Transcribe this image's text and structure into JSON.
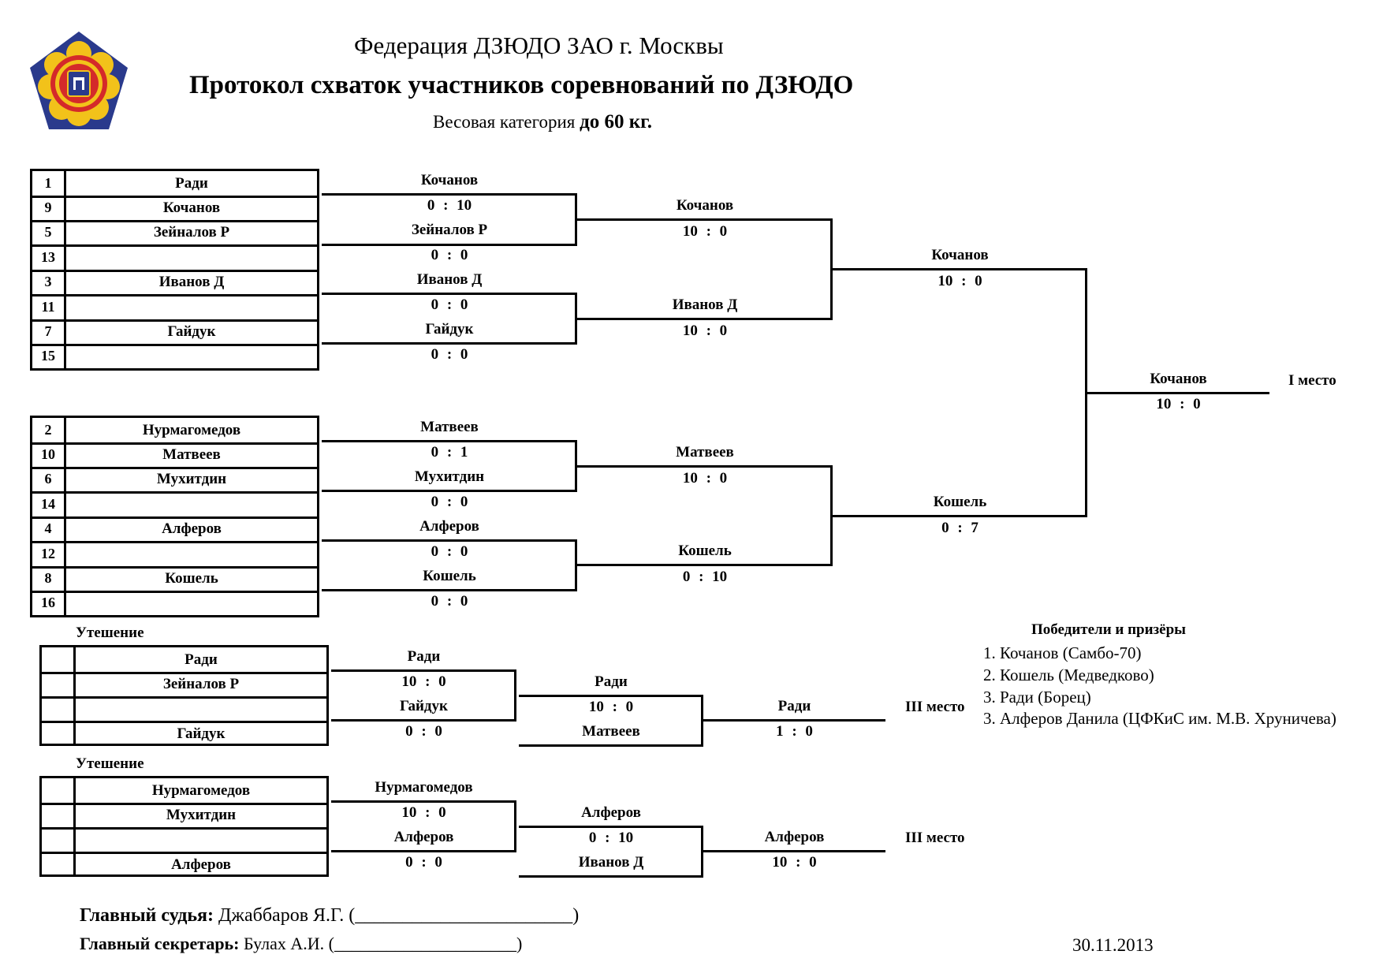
{
  "header": {
    "federation": "Федерация ДЗЮДО ЗАО г. Москвы",
    "title": "Протокол схваток участников соревнований по ДЗЮДО",
    "weight_label": "Весовая категория",
    "weight_value": "до 60 кг."
  },
  "pool_a": {
    "seeds": [
      {
        "num": "1",
        "name": "Ради"
      },
      {
        "num": "9",
        "name": "Кочанов"
      },
      {
        "num": "5",
        "name": "Зейналов Р"
      },
      {
        "num": "13",
        "name": ""
      },
      {
        "num": "3",
        "name": "Иванов Д"
      },
      {
        "num": "11",
        "name": ""
      },
      {
        "num": "7",
        "name": "Гайдук"
      },
      {
        "num": "15",
        "name": ""
      }
    ],
    "r1": [
      {
        "winner": "Кочанов",
        "score": "0 : 10"
      },
      {
        "winner": "Зейналов Р",
        "score": "0 : 0"
      },
      {
        "winner": "Иванов Д",
        "score": "0 : 0"
      },
      {
        "winner": "Гайдук",
        "score": "0 : 0"
      }
    ],
    "r2": [
      {
        "winner": "Кочанов",
        "score": "10 : 0"
      },
      {
        "winner": "Иванов Д",
        "score": "10 : 0"
      }
    ],
    "r3": {
      "winner": "Кочанов",
      "score": "10 : 0"
    }
  },
  "pool_b": {
    "seeds": [
      {
        "num": "2",
        "name": "Нурмагомедов"
      },
      {
        "num": "10",
        "name": "Матвеев"
      },
      {
        "num": "6",
        "name": "Мухитдин"
      },
      {
        "num": "14",
        "name": ""
      },
      {
        "num": "4",
        "name": "Алферов"
      },
      {
        "num": "12",
        "name": ""
      },
      {
        "num": "8",
        "name": "Кошель"
      },
      {
        "num": "16",
        "name": ""
      }
    ],
    "r1": [
      {
        "winner": "Матвеев",
        "score": "0 : 1"
      },
      {
        "winner": "Мухитдин",
        "score": "0 : 0"
      },
      {
        "winner": "Алферов",
        "score": "0 : 0"
      },
      {
        "winner": "Кошель",
        "score": "0 : 0"
      }
    ],
    "r2": [
      {
        "winner": "Матвеев",
        "score": "10 : 0"
      },
      {
        "winner": "Кошель",
        "score": "0 : 10"
      }
    ],
    "r3": {
      "winner": "Кошель",
      "score": "0 : 7"
    }
  },
  "final": {
    "winner": "Кочанов",
    "score": "10 : 0",
    "place": "I место"
  },
  "repechage": [
    {
      "title": "Утешение",
      "seeds": [
        "Ради",
        "Зейналов Р",
        "",
        "Гайдук"
      ],
      "r1": [
        {
          "winner": "Ради",
          "score": "10 : 0"
        },
        {
          "winner": "Гайдук",
          "score": "0 : 0"
        }
      ],
      "r2": {
        "winner": "Ради",
        "score": "10 : 0"
      },
      "opponent": "Матвеев",
      "final": {
        "winner": "Ради",
        "score": "1 : 0"
      },
      "place": "III место"
    },
    {
      "title": "Утешение",
      "seeds": [
        "Нурмагомедов",
        "Мухитдин",
        "",
        "Алферов"
      ],
      "r1": [
        {
          "winner": "Нурмагомедов",
          "score": "10 : 0"
        },
        {
          "winner": "Алферов",
          "score": "0 : 0"
        }
      ],
      "r2": {
        "winner": "Алферов",
        "score": "0 : 10"
      },
      "opponent": "Иванов Д",
      "final": {
        "winner": "Алферов",
        "score": "10 : 0"
      },
      "place": "III место"
    }
  ],
  "winners": {
    "title": "Победители и призёры",
    "list": [
      "1. Кочанов (Самбо-70)",
      "2. Кошель (Медведково)",
      "3. Ради (Борец)",
      "3. Алферов Данила (ЦФКиС им. М.В. Хруничева)"
    ]
  },
  "footer": {
    "judge_label": "Главный судья:",
    "judge_name": "Джаббаров Я.Г. (_______________________)",
    "secretary_label": "Главный секретарь:",
    "secretary_name": "Булах А.И. (_____________________)",
    "date": "30.11.2013"
  },
  "colors": {
    "emblem_blue": "#2a3a8c",
    "emblem_yellow": "#f2c21a",
    "emblem_red": "#d42a2a"
  }
}
